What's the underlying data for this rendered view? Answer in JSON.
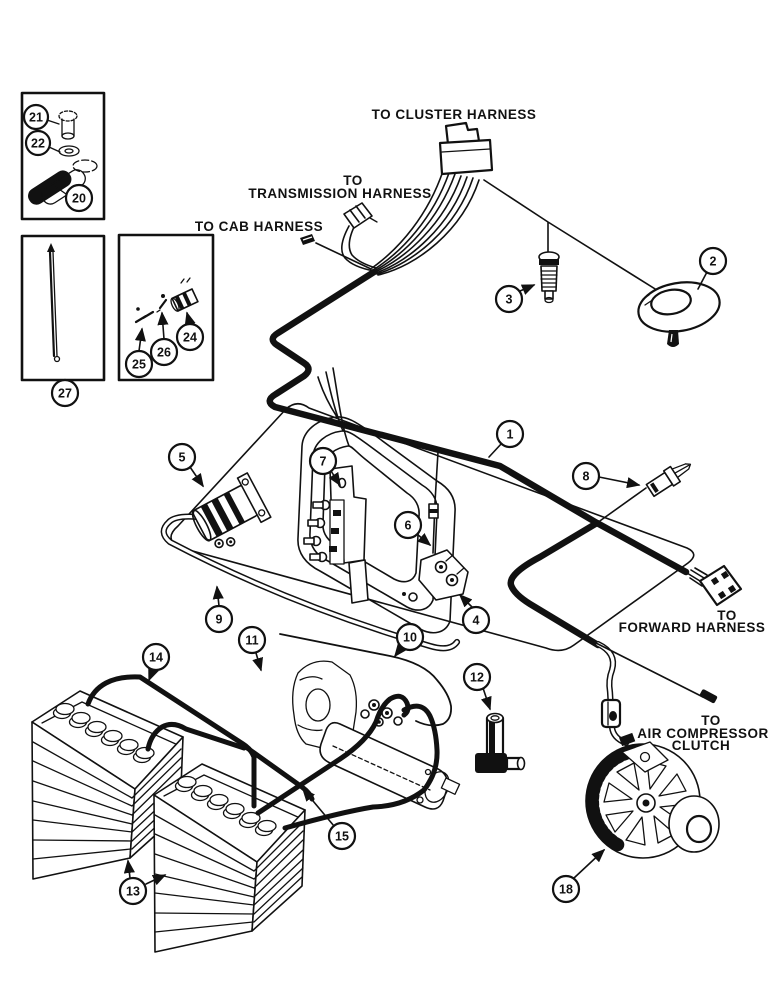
{
  "diagram": {
    "title_hidden": "",
    "ink_color": "#111111",
    "paper_color": "#ffffff",
    "labels": {
      "cluster": "TO CLUSTER HARNESS",
      "transmission_to": "TO",
      "transmission": "TRANSMISSION HARNESS",
      "cab": "TO CAB HARNESS",
      "forward_to": "TO",
      "forward": "FORWARD HARNESS",
      "air_to": "TO",
      "air_compressor": "AIR COMPRESSOR",
      "air_clutch": "CLUTCH"
    },
    "callouts": {
      "c1": "1",
      "c2": "2",
      "c3": "3",
      "c4": "4",
      "c5": "5",
      "c6": "6",
      "c7": "7",
      "c8": "8",
      "c9": "9",
      "c10": "10",
      "c11": "11",
      "c12": "12",
      "c13": "13",
      "c14": "14",
      "c15": "15",
      "c18": "18",
      "c20": "20",
      "c21": "21",
      "c22": "22",
      "c24": "24",
      "c25": "25",
      "c26": "26",
      "c27": "27"
    }
  }
}
